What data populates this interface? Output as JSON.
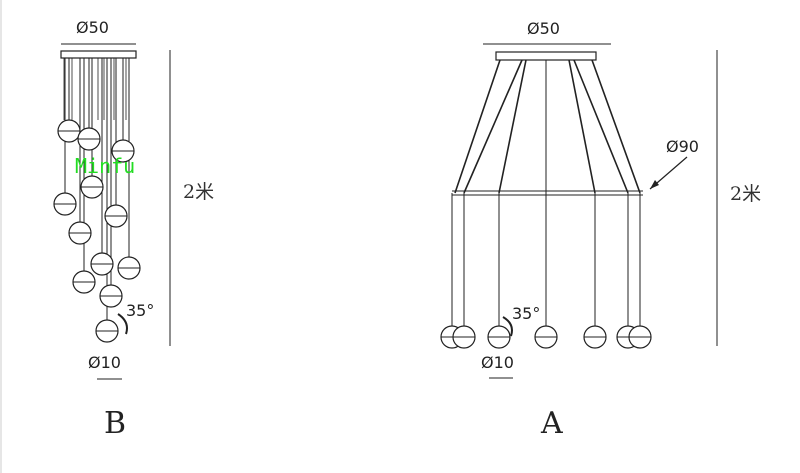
{
  "diagram_b": {
    "label": "B",
    "canopy_diameter": "Ø50",
    "height": "2米",
    "angle": "35°",
    "globe_diameter": "Ø10"
  },
  "diagram_a": {
    "label": "A",
    "canopy_diameter": "Ø50",
    "ring_diameter": "Ø90",
    "height": "2米",
    "angle": "35°",
    "globe_diameter": "Ø10"
  },
  "watermark": "Minfu",
  "colors": {
    "line": "#222222",
    "watermark": "#22dd22"
  }
}
